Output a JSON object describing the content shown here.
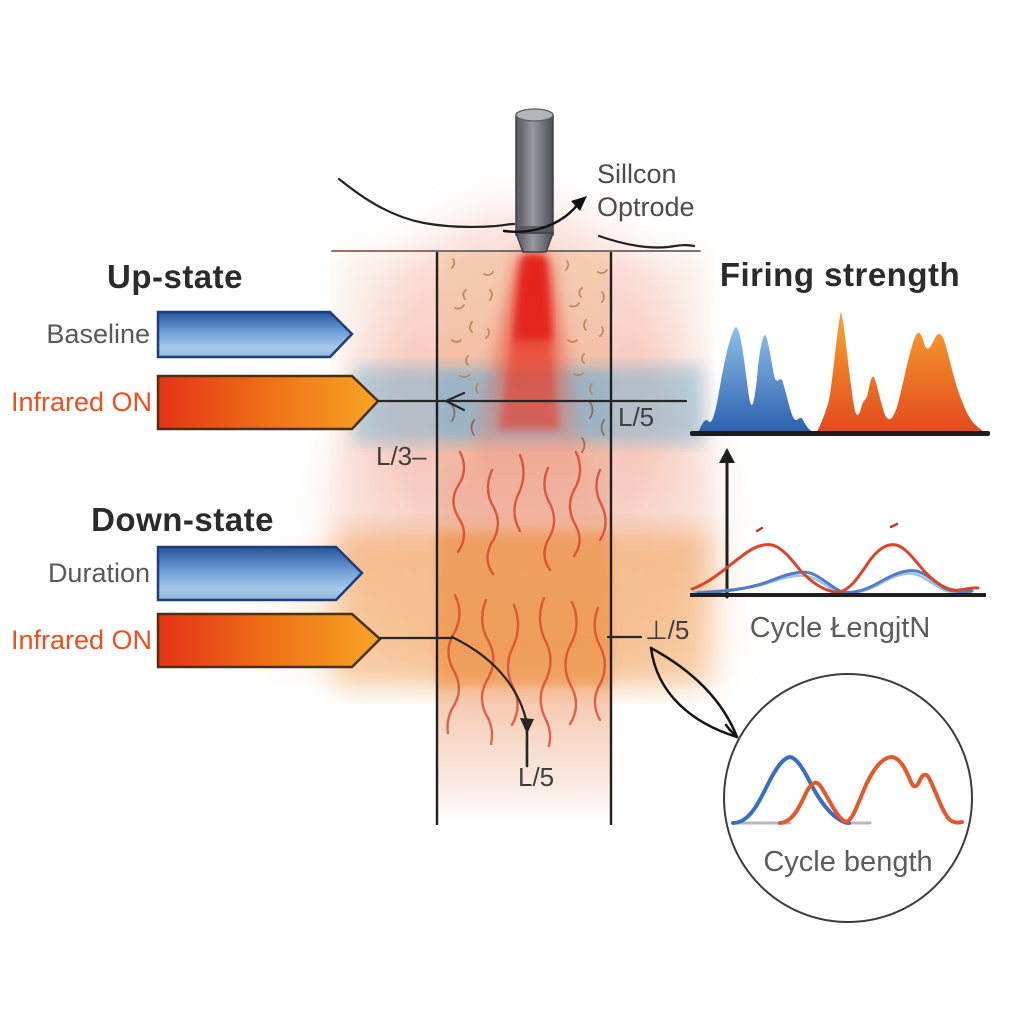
{
  "optrode_label": {
    "line1": "Sillcon",
    "line2": "Optrode"
  },
  "up_state": {
    "heading": "Up-state",
    "row1_label": "Baseline",
    "row2_label": "Infrared ON"
  },
  "down_state": {
    "heading": "Down-state",
    "row1_label": "Duration",
    "row2_label": "Infrared ON"
  },
  "firing_strength": {
    "heading": "Firing strength"
  },
  "cycle_length_chart": {
    "caption": "Cycle ŁengjtN"
  },
  "cycle_length_inset": {
    "caption": "Cycle bength"
  },
  "dimension_labels": {
    "upper_right": "L/5",
    "mid_left": "L/3–",
    "lower_right": "⊥/5",
    "bottom_center": "L/5"
  },
  "colors": {
    "baseline_blue_dark": "#2d5fa8",
    "baseline_blue_light": "#a9c9ea",
    "infrared_red": "#e63a1b",
    "infrared_orange": "#f5a025",
    "label_orange_text": "#e8501e",
    "beam_red": "#e3211a",
    "blue_band": "#74b4d4",
    "orange_band": "#f09a4a",
    "tissue_tan": "#f6e3c7",
    "text_dark": "#2b2b2b",
    "text_gray": "#585858"
  }
}
